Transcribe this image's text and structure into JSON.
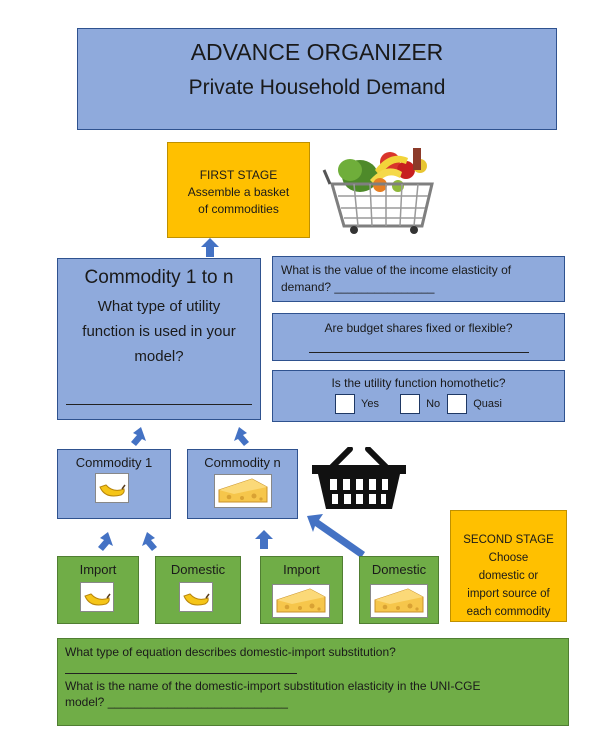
{
  "header": {
    "title": "ADVANCE ORGANIZER",
    "subtitle": "Private Household Demand"
  },
  "first_stage": {
    "line1": "FIRST STAGE",
    "line2": "Assemble a basket",
    "line3": "of commodities"
  },
  "commodity_box": {
    "title": "Commodity 1 to n",
    "question_line1": "What type of utility",
    "question_line2": "function is used in your",
    "question_line3": "model?"
  },
  "q_income": {
    "line1": "What is the value of the income elasticity of",
    "line2": "demand? _______________"
  },
  "q_budget": {
    "text": "Are budget shares fixed or flexible?"
  },
  "q_homothetic": {
    "text": "Is the utility function homothetic?",
    "opt_yes": "Yes",
    "opt_no": "No",
    "opt_quasi": "Quasi"
  },
  "commodity1": {
    "label": "Commodity 1"
  },
  "commodityn": {
    "label": "Commodity n"
  },
  "leaves": [
    {
      "label": "Import"
    },
    {
      "label": "Domestic"
    },
    {
      "label": "Import"
    },
    {
      "label": "Domestic"
    }
  ],
  "second_stage": {
    "line1": "SECOND STAGE",
    "line2": "Choose",
    "line3": "domestic or",
    "line4": "import source of",
    "line5": "each commodity"
  },
  "bottom": {
    "q1": "What type of equation describes domestic-import substitution?",
    "q2_line1": "What is the name of the domestic-import substitution elasticity in the UNI-CGE",
    "q2_line2": "model? ___________________________"
  },
  "colors": {
    "blue": "#8faadc",
    "orange": "#ffc000",
    "green": "#70ad47",
    "arrow": "#4472c4"
  }
}
